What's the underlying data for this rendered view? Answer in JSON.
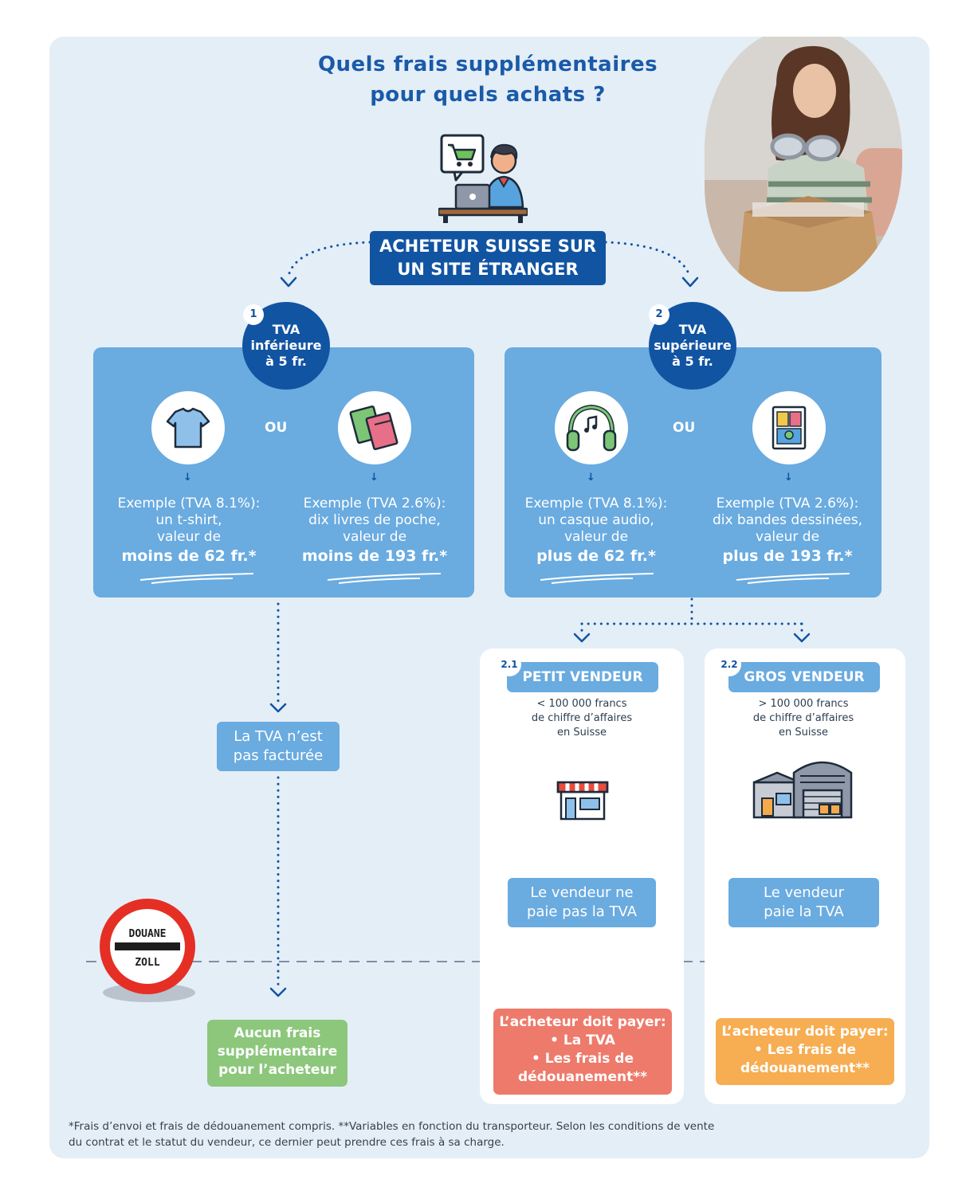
{
  "title": {
    "line1": "Quels frais supplémentaires",
    "line2": "pour quels achats ?"
  },
  "main": {
    "line1": "ACHETEUR SUISSE SUR",
    "line2": "UN SITE ÉTRANGER"
  },
  "left": {
    "badge": "1",
    "head": {
      "l1": "TVA",
      "l2": "inférieure",
      "l3": "à 5 fr."
    },
    "ou": "OU",
    "ex1": {
      "l1": "Exemple (TVA 8.1%):",
      "l2": "un t-shirt,",
      "l3": "valeur de",
      "big": "moins de 62 fr.*"
    },
    "ex2": {
      "l1": "Exemple (TVA 2.6%):",
      "l2": "dix livres de poche,",
      "l3": "valeur de",
      "big": "moins de 193 fr.*"
    },
    "notbilled": {
      "l1": "La TVA n’est",
      "l2": "pas facturée"
    },
    "result": {
      "l1": "Aucun frais",
      "l2": "supplémentaire",
      "l3": "pour l’acheteur"
    }
  },
  "right": {
    "badge": "2",
    "head": {
      "l1": "TVA",
      "l2": "supérieure",
      "l3": "à 5 fr."
    },
    "ou": "OU",
    "ex1": {
      "l1": "Exemple (TVA 8.1%):",
      "l2": "un casque audio,",
      "l3": "valeur de",
      "big": "plus de 62 fr.*"
    },
    "ex2": {
      "l1": "Exemple (TVA 2.6%):",
      "l2": "dix bandes dessinées,",
      "l3": "valeur de",
      "big": "plus de 193 fr.*"
    }
  },
  "small": {
    "badge": "2.1",
    "head": "PETIT VENDEUR",
    "sub": {
      "l1": "< 100 000 francs",
      "l2": "de chiffre d’affaires",
      "l3": "en Suisse"
    },
    "box": {
      "l1": "Le vendeur ne",
      "l2": "paie pas la TVA"
    },
    "result": {
      "l1": "L’acheteur doit payer:",
      "l2": "• La TVA",
      "l3": "• Les frais de",
      "l4": "dédouanement**"
    }
  },
  "big": {
    "badge": "2.2",
    "head": "GROS VENDEUR",
    "sub": {
      "l1": "> 100 000 francs",
      "l2": "de chiffre d’affaires",
      "l3": "en Suisse"
    },
    "box": {
      "l1": "Le vendeur",
      "l2": "paie la TVA"
    },
    "result": {
      "l1": "L’acheteur doit payer:",
      "l2": "• Les frais de",
      "l3": "dédouanement**"
    }
  },
  "sign": {
    "top": "DOUANE",
    "bottom": "ZOLL"
  },
  "footer": {
    "l1": "*Frais d’envoi et frais de dédouanement compris. **Variables en fonction du transporteur. Selon les conditions de vente",
    "l2": "du contrat et le statut du vendeur, ce dernier peut prendre ces frais à sa charge."
  },
  "colors": {
    "dark_blue": "#1154a2",
    "light_blue": "#6aabe0",
    "panel": "#e4eef7",
    "green": "#8cc77c",
    "red": "#ee7a6b",
    "orange": "#f7ad52"
  }
}
